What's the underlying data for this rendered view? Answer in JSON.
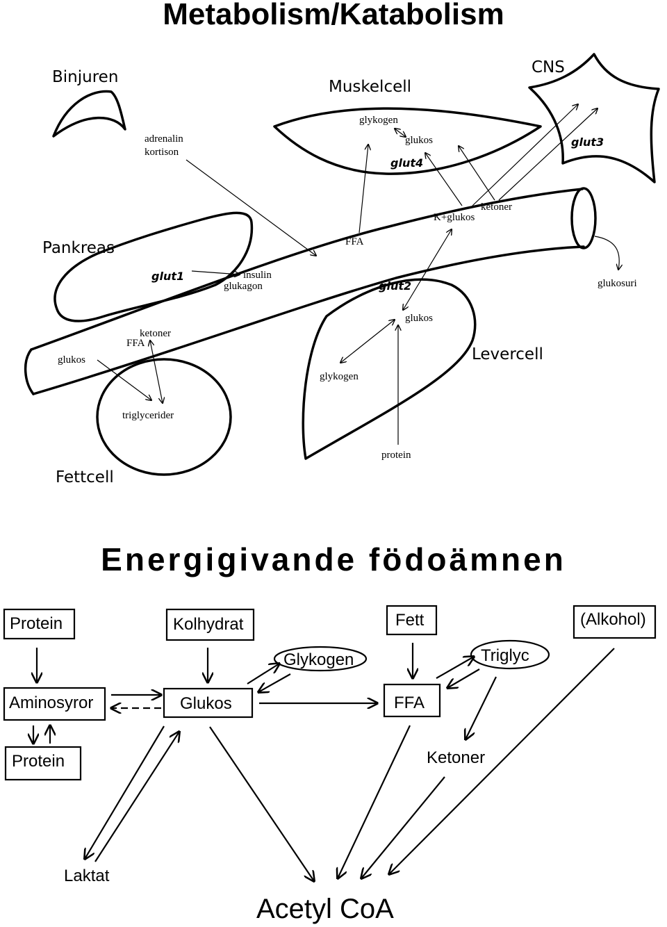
{
  "titles": {
    "top": "Metabolism/Katabolism",
    "middle": "Energigivande födoämnen"
  },
  "organs": {
    "binjuren": "Binjuren",
    "muskelcell": "Muskelcell",
    "cns": "CNS",
    "pankreas": "Pankreas",
    "levercell": "Levercell",
    "fettcell": "Fettcell"
  },
  "labels": {
    "adrenalin": "adrenalin",
    "kortison": "kortison",
    "glykogen_muscle": "glykogen",
    "glukos_muscle": "glukos",
    "glut4": "glut4",
    "glut3": "glut3",
    "ketoner_top": "ketoner",
    "k_glukos": "K+glukos",
    "ffa_mid": "FFA",
    "glut1": "glut1",
    "insulin": "insulin",
    "glukagon": "glukagon",
    "glut2": "glut2",
    "glukos_liver": "glukos",
    "glykogen_liver": "glykogen",
    "protein_liver": "protein",
    "glukosuri": "glukosuri",
    "glukos_left": "glukos",
    "ketoner_left": "ketoner",
    "ffa_left": "FFA",
    "triglycerider": "triglycerider"
  },
  "bottom": {
    "protein1": "Protein",
    "kolhydrat": "Kolhydrat",
    "fett": "Fett",
    "alkohol": "(Alkohol)",
    "glykogen": "Glykogen",
    "triglyc": "Triglyc",
    "aminosyror": "Aminosyror",
    "glukos": "Glukos",
    "ffa": "FFA",
    "protein2": "Protein",
    "ketoner": "Ketoner",
    "laktat": "Laktat",
    "acetyl_coa": "Acetyl CoA"
  }
}
